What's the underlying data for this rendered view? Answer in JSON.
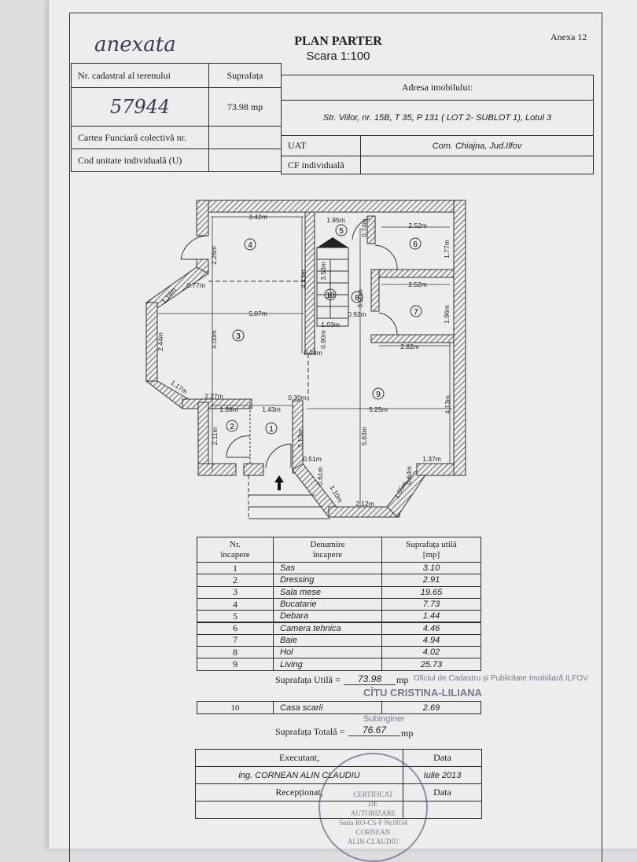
{
  "header": {
    "handwritten_note": "anexata",
    "title": "PLAN PARTER",
    "scale": "Scara 1:100",
    "annex": "Anexa 12"
  },
  "info_table": {
    "cadastral_label": "Nr. cadastral al terenului",
    "cadastral_value": "57944",
    "area_label": "Suprafața",
    "area_value": "73.98 mp",
    "address_label": "Adresa imobilului:",
    "address_value": "Str. Viilor, nr. 15B, T 35, P 131 ( LOT 2- SUBLOT 1), Lotul 3",
    "cf_collective_label": "Cartea Funciară colectivă nr.",
    "unit_code_label": "Cod unitate individuală (U)",
    "uat_label": "UAT",
    "uat_value": "Com. Chiajna, Jud.Ilfov",
    "cf_individual_label": "CF individuală"
  },
  "floor_plan": {
    "rooms": [
      "1",
      "2",
      "3",
      "4",
      "5",
      "6",
      "7",
      "8",
      "9",
      "10"
    ],
    "dimensions": [
      "3.42m",
      "1.95m",
      "0.74m",
      "2.52m",
      "1.77m",
      "2.26m",
      "4.43m",
      "3.53m",
      "3.50m",
      "0.77m",
      "1.18m",
      "2.52m",
      "1.96m",
      "5.07m",
      "0.92m",
      "1.03m",
      "0.90m",
      "0.28m",
      "2.44m",
      "4.00m",
      "2.82m",
      "1.17m",
      "2.27m",
      "0.30m",
      "1.38m",
      "1.43m",
      "5.25m",
      "4.13m",
      "2.11m",
      "2.13m",
      "5.63m",
      "0.51m",
      "1.37m",
      "0.61m",
      "0.64m",
      "1.10m",
      "1.05m",
      "2.12m"
    ]
  },
  "rooms_table": {
    "headers": [
      "Nr.\nîncapere",
      "Denumire\nîncapere",
      "Suprafața utilă\n[mp]"
    ],
    "rows": [
      [
        "1",
        "Sas",
        "3.10"
      ],
      [
        "2",
        "Dressing",
        "2.91"
      ],
      [
        "3",
        "Sala mese",
        "19.65"
      ],
      [
        "4",
        "Bucatarie",
        "7.73"
      ],
      [
        "5",
        "Debara",
        "1.44"
      ],
      [
        "6",
        "Camera tehnica",
        "4.46"
      ],
      [
        "7",
        "Baie",
        "4.94"
      ],
      [
        "8",
        "Hol",
        "4.02"
      ],
      [
        "9",
        "Living",
        "25.73"
      ]
    ],
    "useful_label": "Suprafața Utilă =",
    "useful_value": "73.98",
    "unit": "mp",
    "extra_row": [
      "10",
      "Casa scarii",
      "2.69"
    ],
    "total_label": "Suprafața Totală =",
    "total_value": "76.67"
  },
  "signature_table": {
    "executant_label": "Executant,",
    "date_label": "Data",
    "executant_name": "ing. CORNEAN ALIN CLAUDIU",
    "executant_date": "Iulie 2013",
    "received_label": "Recepționat,",
    "received_date_label": "Data"
  },
  "stamps": {
    "office": "Oficiul de Cadastru și Publicitate Imobiliară ILFOV",
    "name": "CÎTU CRISTINA-LILIANA",
    "role": "Subinginer",
    "cert_lines": [
      "CERTIFICAT",
      "DE",
      "AUTORIZARE",
      "Seria RO-CS-F Nr.0034",
      "CORNEAN",
      "ALIN-CLAUDIU"
    ]
  }
}
